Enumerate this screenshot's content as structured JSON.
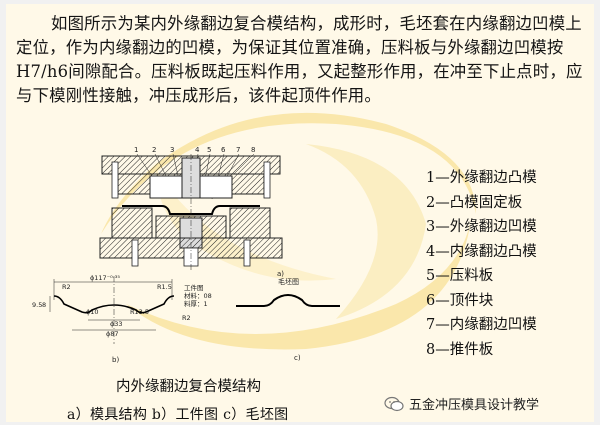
{
  "intro_text": "如图所示为某内外缘翻边复合模结构，成形时，毛坯套在内缘翻边凹模上定位，作为内缘翻边的凹模，为保证其位置准确，压料板与外缘翻边凹模按H7/h6间隙配合。压料板既起压料作用，又起整形作用，在冲至下止点时，应与下模刚性接触，冲压成形后，该件起顶件作用。",
  "figure_a": {
    "label": "a)",
    "numbers": [
      "1",
      "2",
      "3",
      "4",
      "5",
      "6",
      "7",
      "8"
    ]
  },
  "figure_b": {
    "label": "b)",
    "title": "工件图",
    "material": "材料：08",
    "thickness": "料厚：1",
    "dims": {
      "d117": "ϕ117⁻⁰·³⁵",
      "r2_left": "R2",
      "r15": "R1.5",
      "h95": "9.5",
      "h8": "8",
      "d10": "ϕ10",
      "r135": "R13.5",
      "d33": "ϕ33",
      "d87": "ϕ87",
      "r2_right": "R2"
    }
  },
  "figure_c": {
    "label": "c)",
    "title": "毛坯图"
  },
  "legend": [
    "1—外缘翻边凸模",
    "2—凸模固定板",
    "3—外缘翻边凹模",
    "4—内缘翻边凸模",
    "5—压料板",
    "6—顶件块",
    "7—内缘翻边凹模",
    "8—推件板"
  ],
  "caption": "内外缘翻边复合模结构",
  "subcaption": "a）模具结构   b）工件图   c）毛坯图",
  "watermark_text": "五金冲压模具设计教学",
  "colors": {
    "background": "#fff9e8",
    "watermark": "#f6d979",
    "text": "#141414"
  }
}
